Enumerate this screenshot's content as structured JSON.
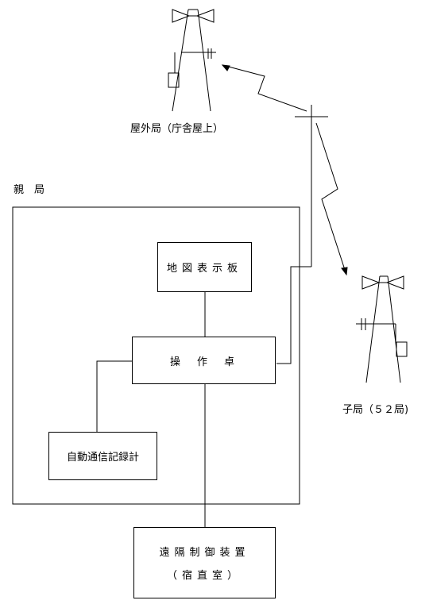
{
  "labels": {
    "outdoor_station": "屋外局（庁舎屋上）",
    "base_station": "親　局",
    "slave_station": "子局（５２局)"
  },
  "boxes": {
    "map_display_board": "地図表示板",
    "console": "操　作　卓",
    "auto_comm_recorder": "自動通信記録計",
    "remote_control_line1": "遠隔制御装置",
    "remote_control_line2": "（宿直室）"
  }
}
